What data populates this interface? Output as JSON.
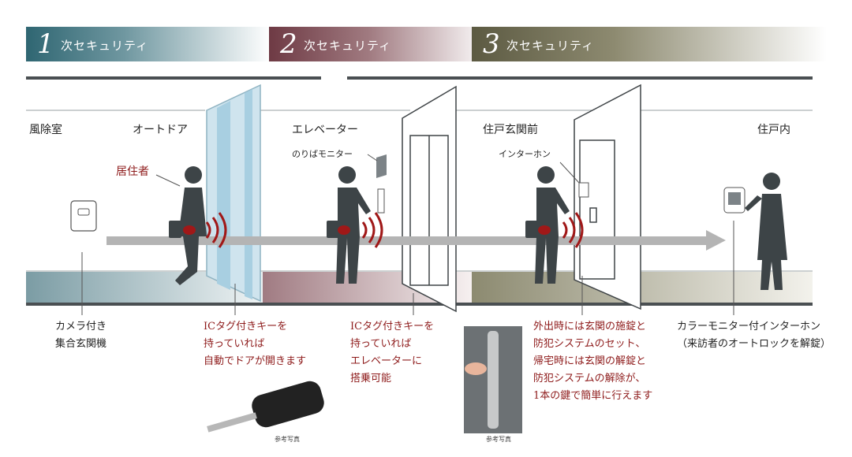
{
  "bands": [
    {
      "num": "1",
      "label": "次セキュリティ"
    },
    {
      "num": "2",
      "label": "次セキュリティ"
    },
    {
      "num": "3",
      "label": "次セキュリティ"
    }
  ],
  "locations": {
    "windbreak_room": "風除室",
    "auto_door": "オートドア",
    "elevator": "エレベーター",
    "unit_entrance_front": "住戸玄関前",
    "unit_interior": "住戸内"
  },
  "devices": {
    "landing_monitor": "のりばモニター",
    "intercom": "インターホン"
  },
  "resident_label": "居住者",
  "captions": {
    "camera_panel": [
      "カメラ付き",
      "集合玄関機"
    ],
    "auto_door_ic": [
      "ICタグ付きキーを",
      "持っていれば",
      "自動でドアが開きます"
    ],
    "elevator_ic": [
      "ICタグ付きキーを",
      "持っていれば",
      "エレベーターに",
      "搭乗可能"
    ],
    "unit_lock": [
      "外出時には玄関の施錠と",
      "防犯システムのセット、",
      "帰宅時には玄関の解錠と",
      "防犯システムの解除が、",
      "1本の鍵で簡単に行えます"
    ],
    "color_monitor": [
      "カラーモニター付インターホン",
      "（来訪者のオートロックを解錠）"
    ]
  },
  "reference_photo": "参考写真",
  "colors": {
    "stage1": "#2f6672",
    "stage2": "#6e3a44",
    "stage3": "#5c5a42",
    "signal_red": "#a01818",
    "silhouette": "#3d4447",
    "arrow": "#b4b4b4"
  }
}
